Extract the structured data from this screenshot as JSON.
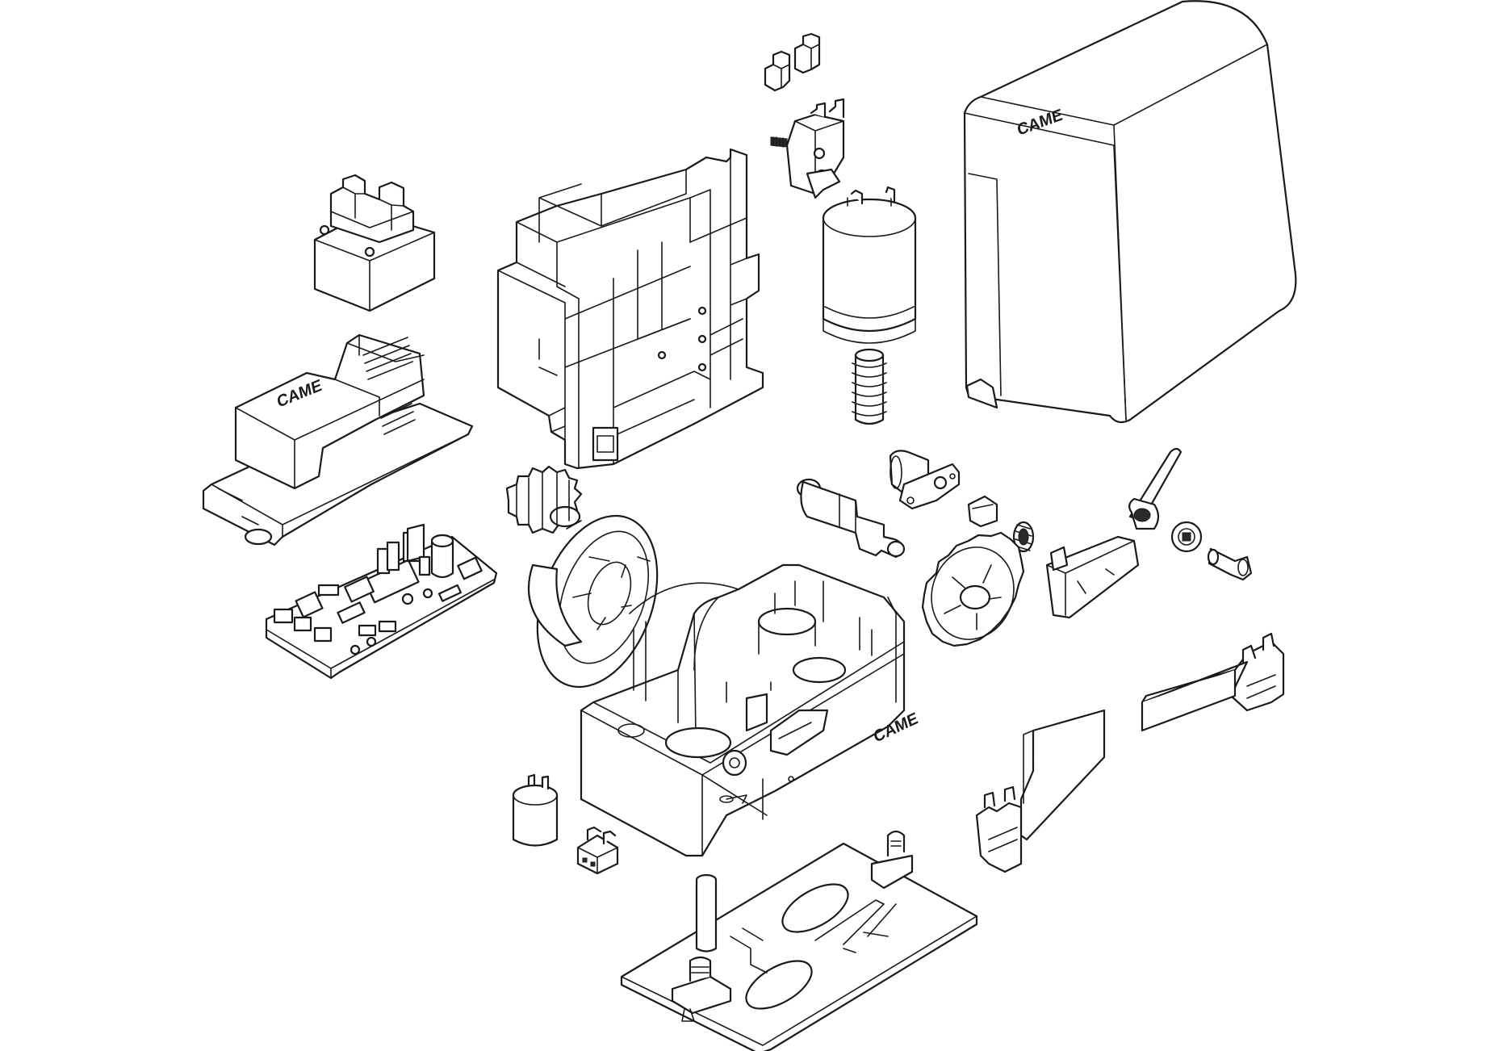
{
  "logos": {
    "cover": "CAME",
    "control_cover": "CAME",
    "gearbox": "CAME"
  },
  "colors": {
    "line": "#1a1a1a",
    "fill": "#ffffff",
    "shade": "#efefef"
  }
}
